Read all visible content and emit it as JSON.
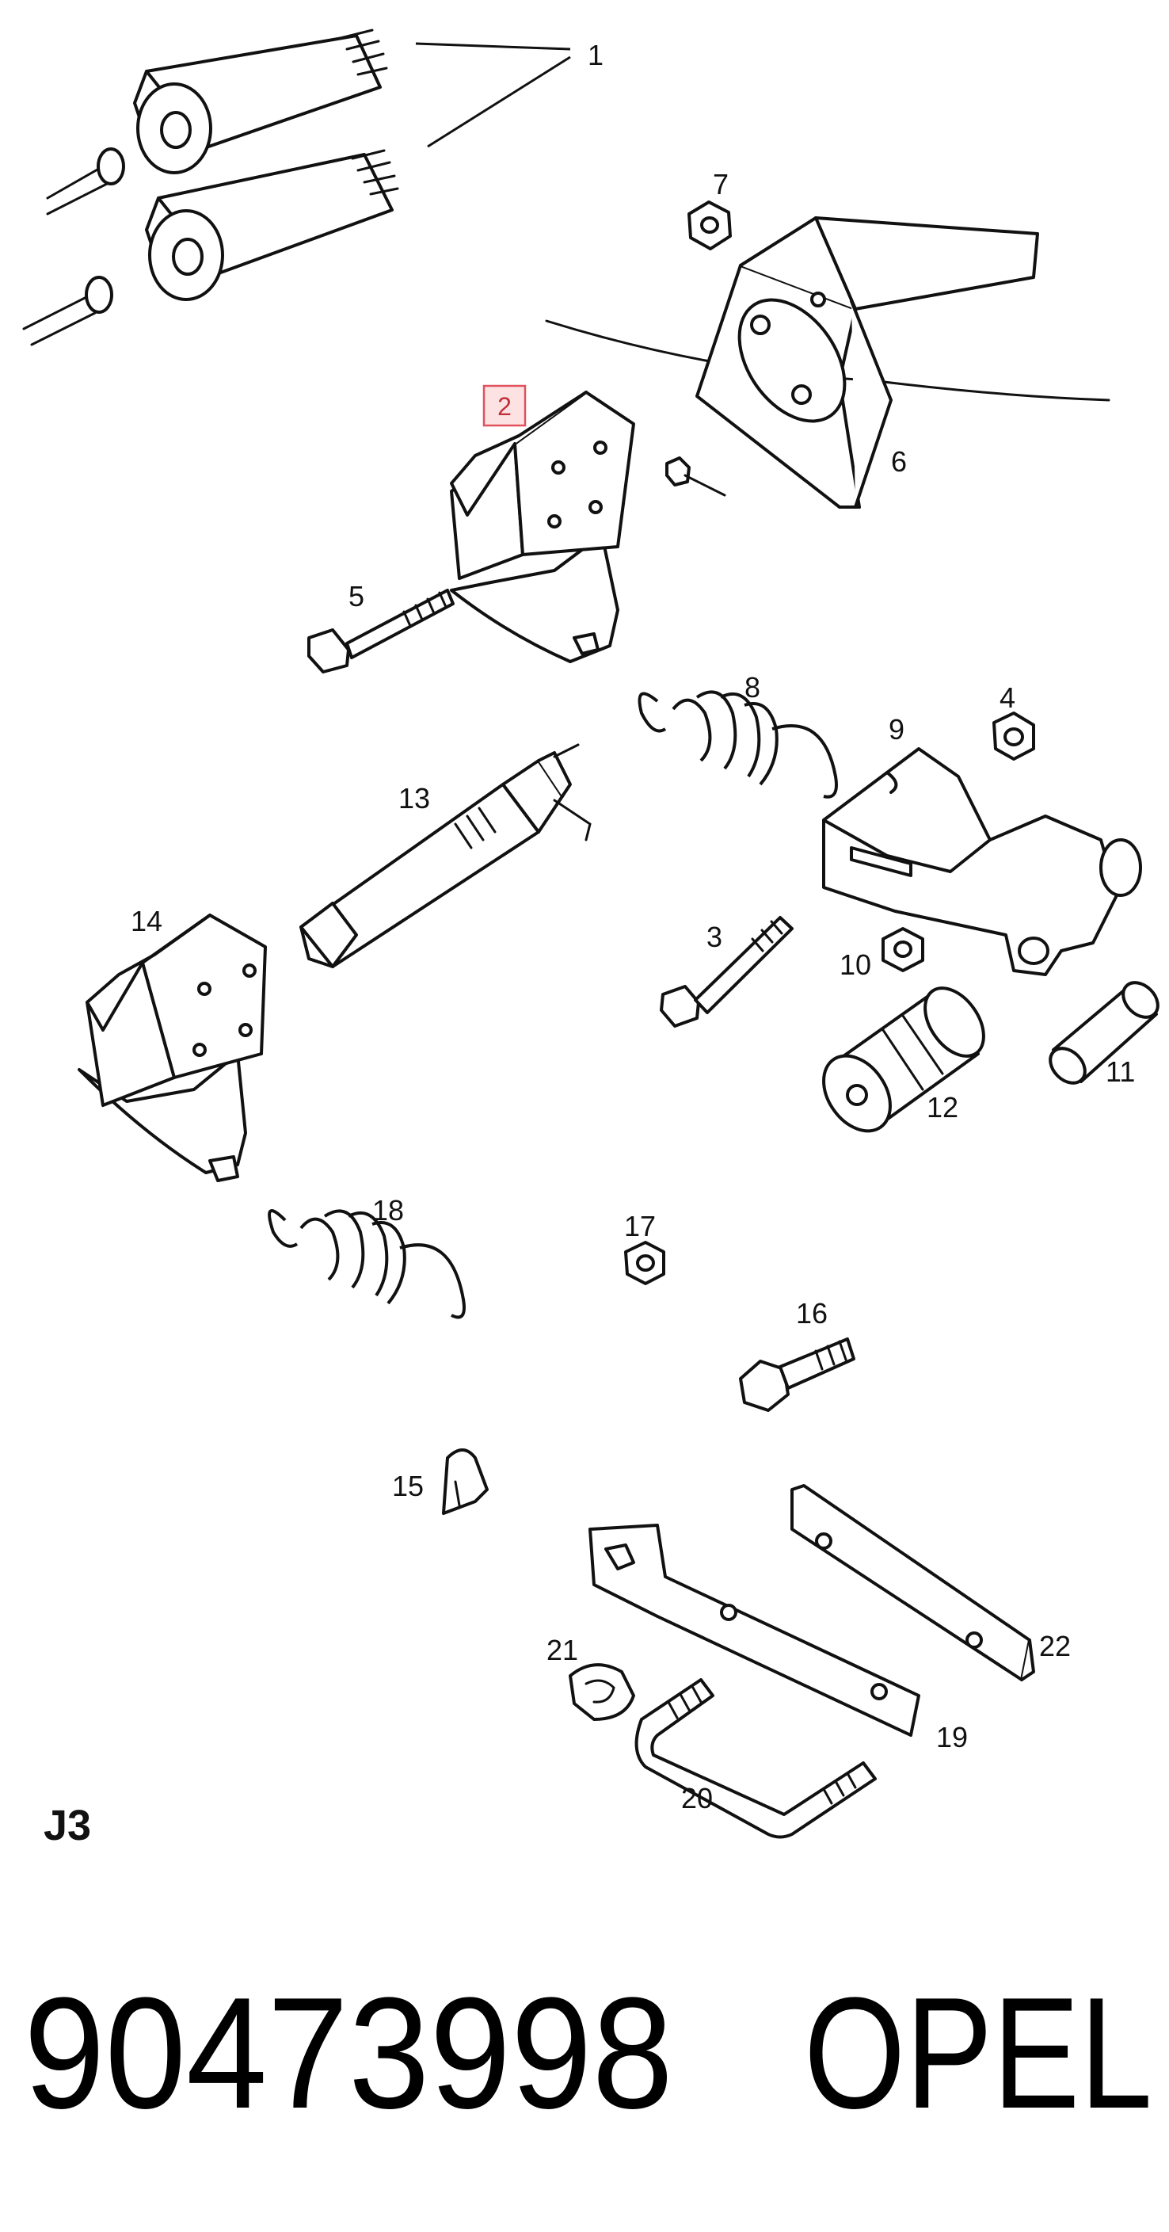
{
  "callouts": {
    "c1": "1",
    "c2": "2",
    "c3": "3",
    "c4": "4",
    "c5": "5",
    "c6": "6",
    "c7": "7",
    "c8": "8",
    "c9": "9",
    "c10": "10",
    "c11": "11",
    "c12": "12",
    "c13": "13",
    "c14": "14",
    "c15": "15",
    "c16": "16",
    "c17": "17",
    "c18": "18",
    "c19": "19",
    "c20": "20",
    "c21": "21",
    "c22": "22"
  },
  "highlighted_callout": "2",
  "highlight_colors": {
    "fill": "#fde2e4",
    "stroke": "#e0525c"
  },
  "section_label": "J3",
  "footer": {
    "part_number": "90473998",
    "brand": "OPEL"
  }
}
